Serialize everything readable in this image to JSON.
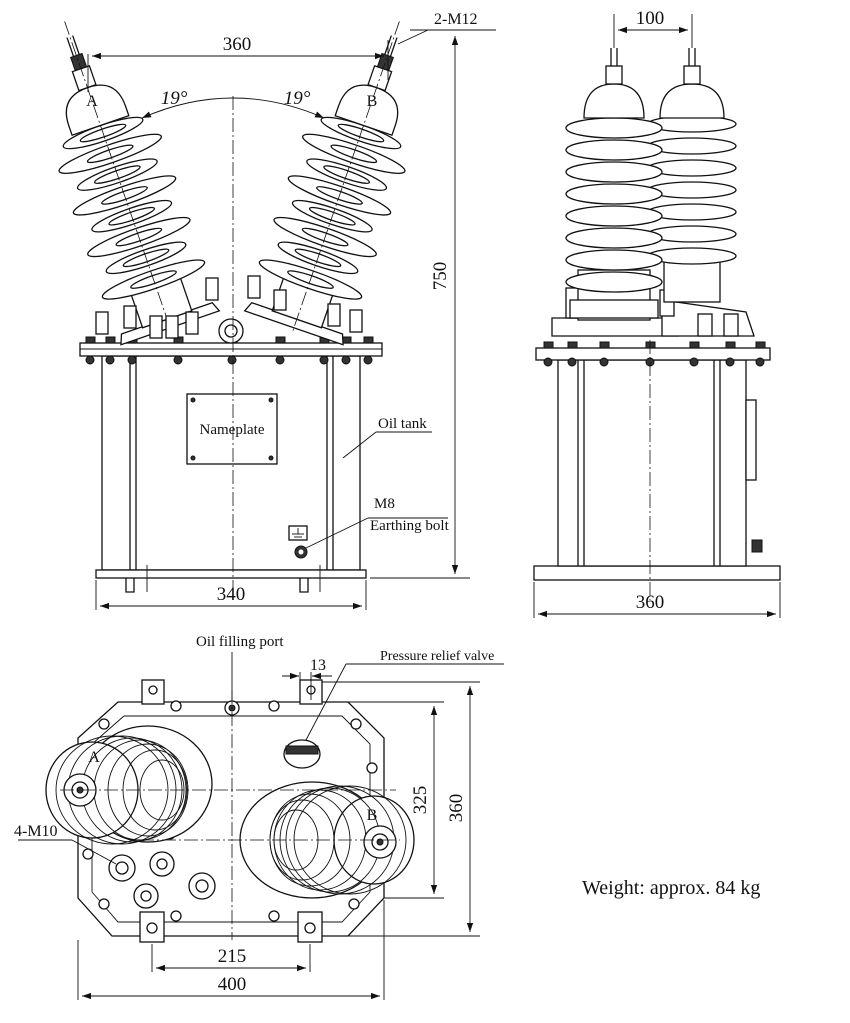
{
  "front_view": {
    "dim_top_width": "360",
    "dim_bolts": "2-M12",
    "angle_left": "19°",
    "angle_right": "19°",
    "dim_height": "750",
    "dim_base_width": "340",
    "terminal_a": "A",
    "terminal_b": "B",
    "nameplate": "Nameplate",
    "oil_tank": "Oil tank",
    "earth_bolt_size": "M8",
    "earthing_bolt": "Earthing bolt"
  },
  "side_view": {
    "dim_bushing_spacing": "100",
    "dim_base_width": "360"
  },
  "plan_view": {
    "oil_filling_port": "Oil filling port",
    "pressure_relief_valve": "Pressure relief valve",
    "dim_13": "13",
    "dim_325": "325",
    "dim_360": "360",
    "mount_bolts": "4-M10",
    "terminal_a": "A",
    "terminal_b": "B",
    "dim_215": "215",
    "dim_400": "400"
  },
  "weight": "Weight: approx. 84 kg"
}
